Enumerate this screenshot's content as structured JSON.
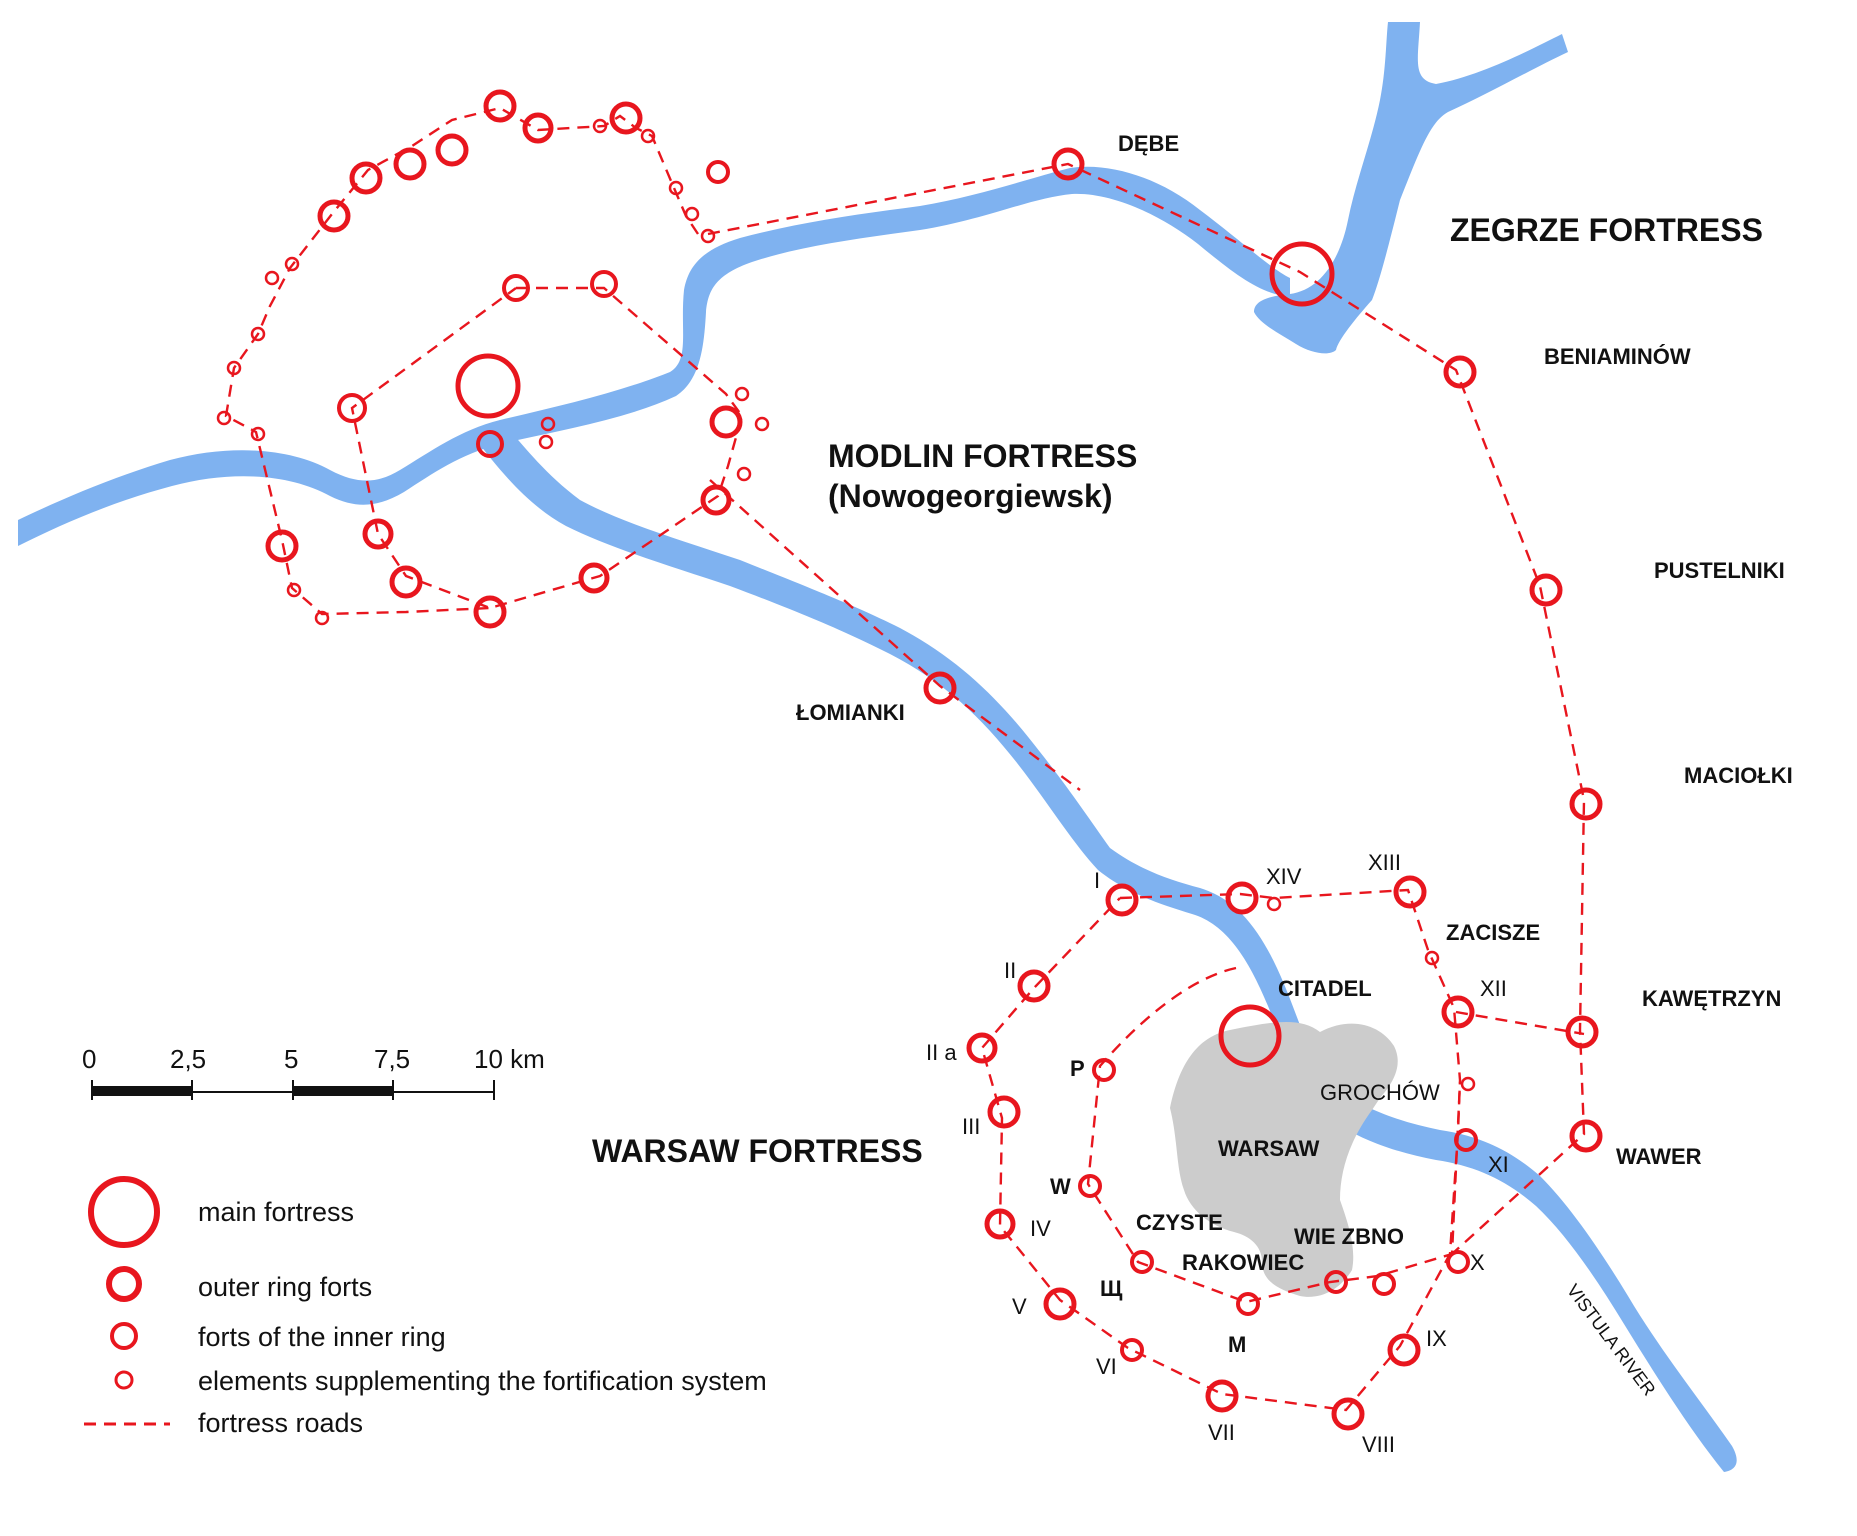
{
  "colors": {
    "river": "#7fb2f0",
    "city": "#cccccc",
    "fortification": "#e8161e",
    "text": "#111111"
  },
  "fortresses": {
    "modlin_title": "MODLIN FORTRESS",
    "modlin_subtitle": "(Nowogeorgiewsk)",
    "zegrze": "ZEGRZE FORTRESS",
    "warsaw": "WARSAW FORTRESS"
  },
  "places": {
    "debe": "DĘBE",
    "beniaminow": "BENIAMINÓW",
    "pustelniki": "PUSTELNIKI",
    "maciolki": "MACIOŁKI",
    "kawetrzyn": "KAWĘTRZYN",
    "wawer": "WAWER",
    "lomianki": "ŁOMIANKI",
    "zacisze": "ZACISZE",
    "citadel": "CITADEL",
    "grochow": "GROCHÓW",
    "warsaw": "WARSAW",
    "czyste": "CZYSTE",
    "wiezbno": "WIE ZBNO",
    "rakowiec": "RAKOWIEC",
    "vistula": "VISTULA RIVER"
  },
  "fort_labels": {
    "i": "I",
    "ii": "II",
    "iia": "II a",
    "iii": "III",
    "iv": "IV",
    "v": "V",
    "vi": "VI",
    "vii": "VII",
    "viii": "VIII",
    "ix": "IX",
    "x": "X",
    "xi": "XI",
    "xii": "XII",
    "xiii": "XIII",
    "xiv": "XIV",
    "p": "P",
    "w": "W",
    "shch": "Щ",
    "m": "M"
  },
  "scale": {
    "ticks": [
      "0",
      "2,5",
      "5",
      "7,5",
      "10 km"
    ]
  },
  "legend": {
    "main_fortress": "main fortress",
    "outer_ring": "outer ring forts",
    "inner_ring": "forts of the inner ring",
    "supplementing": "elements supplementing the fortification system",
    "roads": "fortress roads"
  }
}
